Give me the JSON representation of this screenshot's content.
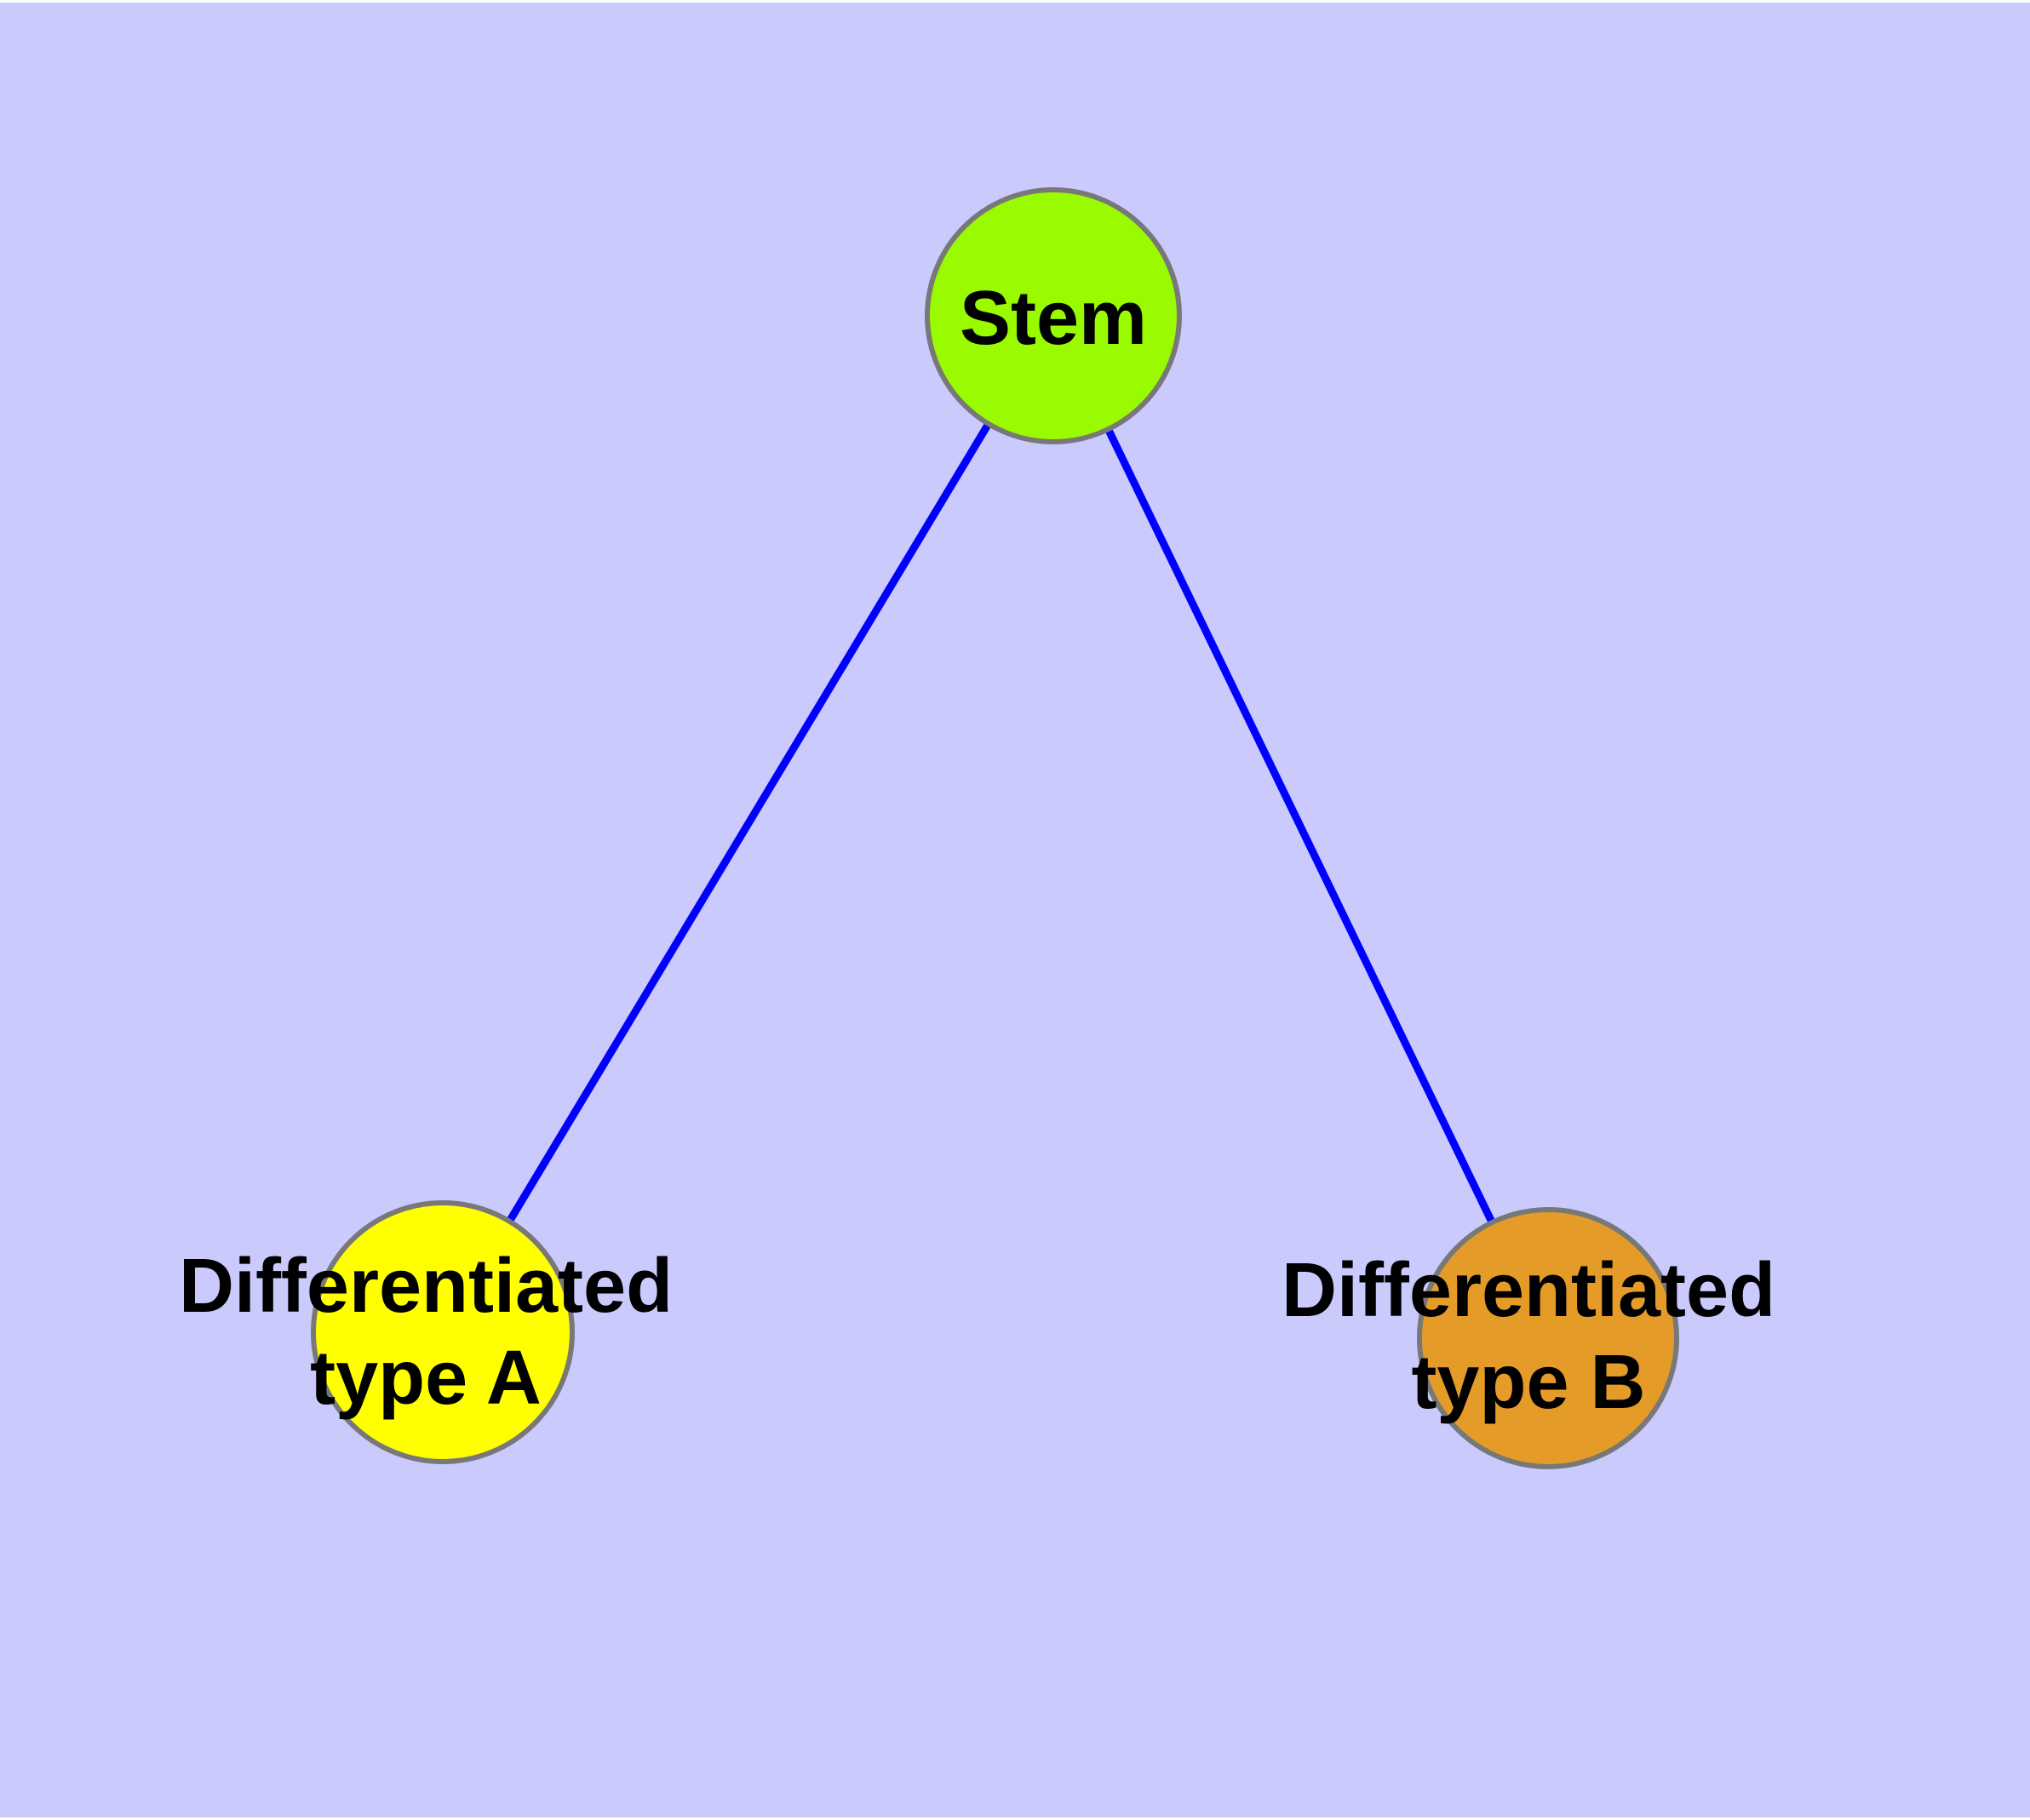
{
  "diagram": {
    "colors": {
      "background": "#cacafc",
      "page_margin": "#ffffff",
      "edge": "#0000ff",
      "node_border": "#787878",
      "label_text": "#000000"
    },
    "nodes": {
      "stem": {
        "label": "Stem",
        "fill": "#9afb00"
      },
      "type_a": {
        "label_line1": "Differentiated",
        "label_line2": "type A",
        "fill": "#ffff00"
      },
      "type_b": {
        "label_line1": "Differentiated",
        "label_line2": "type B",
        "fill": "#e59b28"
      }
    },
    "edges": [
      {
        "from": "Stem",
        "to": "Differentiated type A"
      },
      {
        "from": "Stem",
        "to": "Differentiated type B"
      }
    ]
  }
}
